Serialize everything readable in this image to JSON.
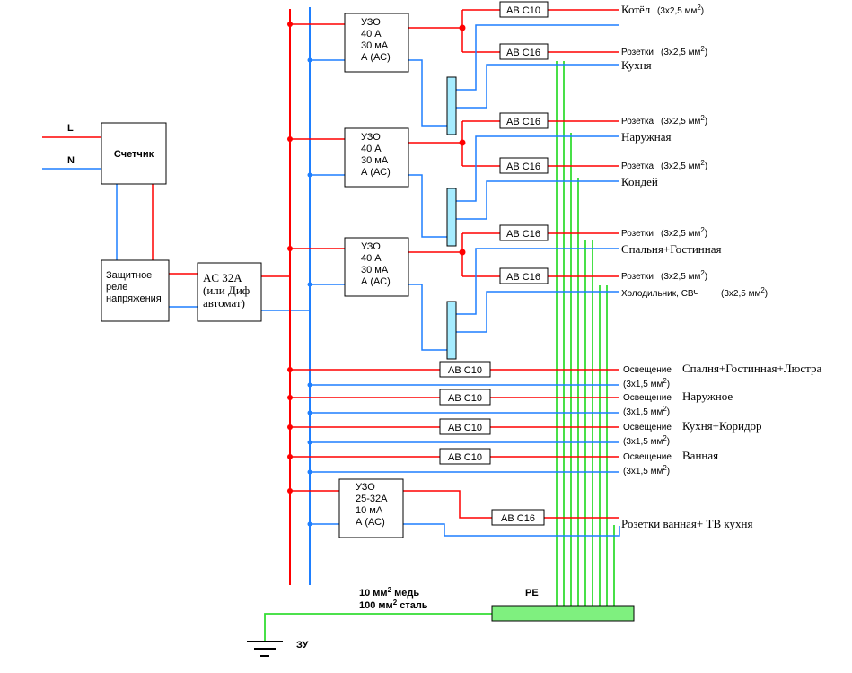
{
  "title": "",
  "colors": {
    "phase": "#ff0000",
    "neutral": "#1e7fff",
    "earth": "#33dd33",
    "busbar": "#7ff07f",
    "rcd": "#a6ecff"
  },
  "inputs": {
    "phase": "L",
    "neutral": "N"
  },
  "meter": "Счетчик",
  "relay": [
    "Защитное",
    "реле",
    "напряжения"
  ],
  "main_breaker": [
    "AC 32A",
    "(или Диф",
    "автомат)"
  ],
  "rcd": [
    "УЗО",
    "40 А",
    "30 мА",
    "А (АС)"
  ],
  "rcd_small": [
    "УЗО",
    "25-32А",
    "10 мА",
    "А (АС)"
  ],
  "breakers": {
    "c10": "АВ С10",
    "c16": "АВ С16"
  },
  "circuits": {
    "boiler": "Котёл",
    "kitchen_sockets": "Розетки",
    "kitchen": "Кухня",
    "outdoor_socket": "Розетка",
    "outdoor": "Наружная",
    "aircon_socket": "Розетка",
    "aircon": "Кондей",
    "bedroom_sockets": "Розетки",
    "bedroom": "Спальня+Гостинная",
    "fridge_sockets": "Розетки",
    "fridge": "Холодильник, СВЧ",
    "light_prefix": "Освещение",
    "light1": "Спалня+Гостинная+Люстра",
    "light2": "Наружное",
    "light3": "Кухня+Коридор",
    "light4": "Ванная",
    "bath_sockets": "Розетки ванная+ ТВ кухня"
  },
  "cable_25": "(3х2,5 мм²)",
  "cable_15": "(3х1,5 мм²)",
  "pe_label": "PE",
  "earth": {
    "copper": "10 мм² медь",
    "steel": "100 мм² сталь",
    "ground": "ЗУ"
  }
}
